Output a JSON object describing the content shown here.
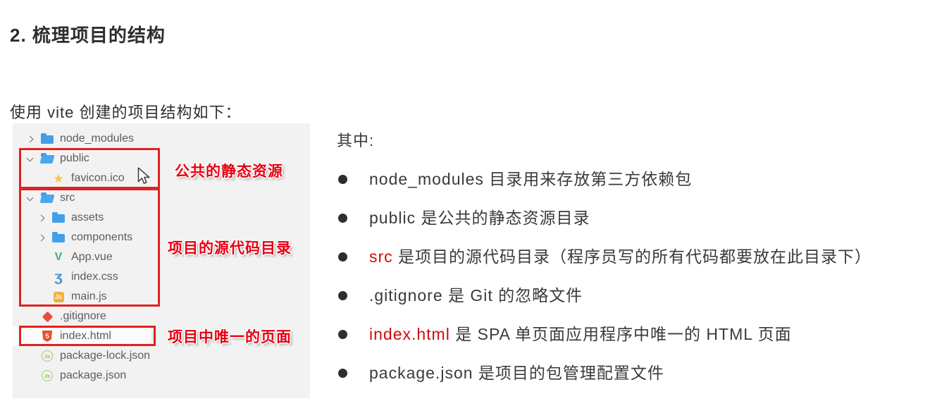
{
  "page": {
    "heading": "2. 梳理项目的结构",
    "intro": "使用 vite 创建的项目结构如下："
  },
  "tree": {
    "items": [
      {
        "label": "node_modules",
        "icon": "folder-closed",
        "level": 0,
        "state": "collapsed"
      },
      {
        "label": "public",
        "icon": "folder-open",
        "level": 0,
        "state": "expanded"
      },
      {
        "label": "favicon.ico",
        "icon": "star",
        "level": 1
      },
      {
        "label": "src",
        "icon": "folder-open",
        "level": 0,
        "state": "expanded"
      },
      {
        "label": "assets",
        "icon": "folder-closed",
        "level": 1,
        "state": "collapsed"
      },
      {
        "label": "components",
        "icon": "folder-closed",
        "level": 1,
        "state": "collapsed"
      },
      {
        "label": "App.vue",
        "icon": "vue",
        "level": 1
      },
      {
        "label": "index.css",
        "icon": "css",
        "level": 1
      },
      {
        "label": "main.js",
        "icon": "js",
        "level": 1
      },
      {
        "label": ".gitignore",
        "icon": "git",
        "level": 0
      },
      {
        "label": "index.html",
        "icon": "html5",
        "level": 0
      },
      {
        "label": "package-lock.json",
        "icon": "node-json",
        "level": 0
      },
      {
        "label": "package.json",
        "icon": "node-json",
        "level": 0
      }
    ],
    "annotations": [
      {
        "text": "公共的静态资源"
      },
      {
        "text": "项目的源代码目录"
      },
      {
        "text": "项目中唯一的页面"
      }
    ]
  },
  "aside": {
    "lead": "其中:",
    "bullets": [
      {
        "prefix": "node_modules 目录用来存放第三方依赖包",
        "highlight": "",
        "suffix": ""
      },
      {
        "prefix": "public 是公共的静态资源目录",
        "highlight": "",
        "suffix": ""
      },
      {
        "prefix": "",
        "highlight": "src",
        "suffix": " 是项目的源代码目录（程序员写的所有代码都要放在此目录下）"
      },
      {
        "prefix": ".gitignore 是 Git 的忽略文件",
        "highlight": "",
        "suffix": ""
      },
      {
        "prefix": "",
        "highlight": "index.html",
        "suffix": " 是 SPA 单页面应用程序中唯一的 HTML 页面"
      },
      {
        "prefix": "package.json 是项目的包管理配置文件",
        "highlight": "",
        "suffix": ""
      }
    ]
  },
  "colors": {
    "callout_box_red": "#e02222",
    "annotation_red": "#e60012",
    "highlight_text_red": "#cf0a0a",
    "folder_blue": "#41a0e9",
    "figure_background": "#f2f2f2",
    "body_text": "#3a3a3a"
  }
}
